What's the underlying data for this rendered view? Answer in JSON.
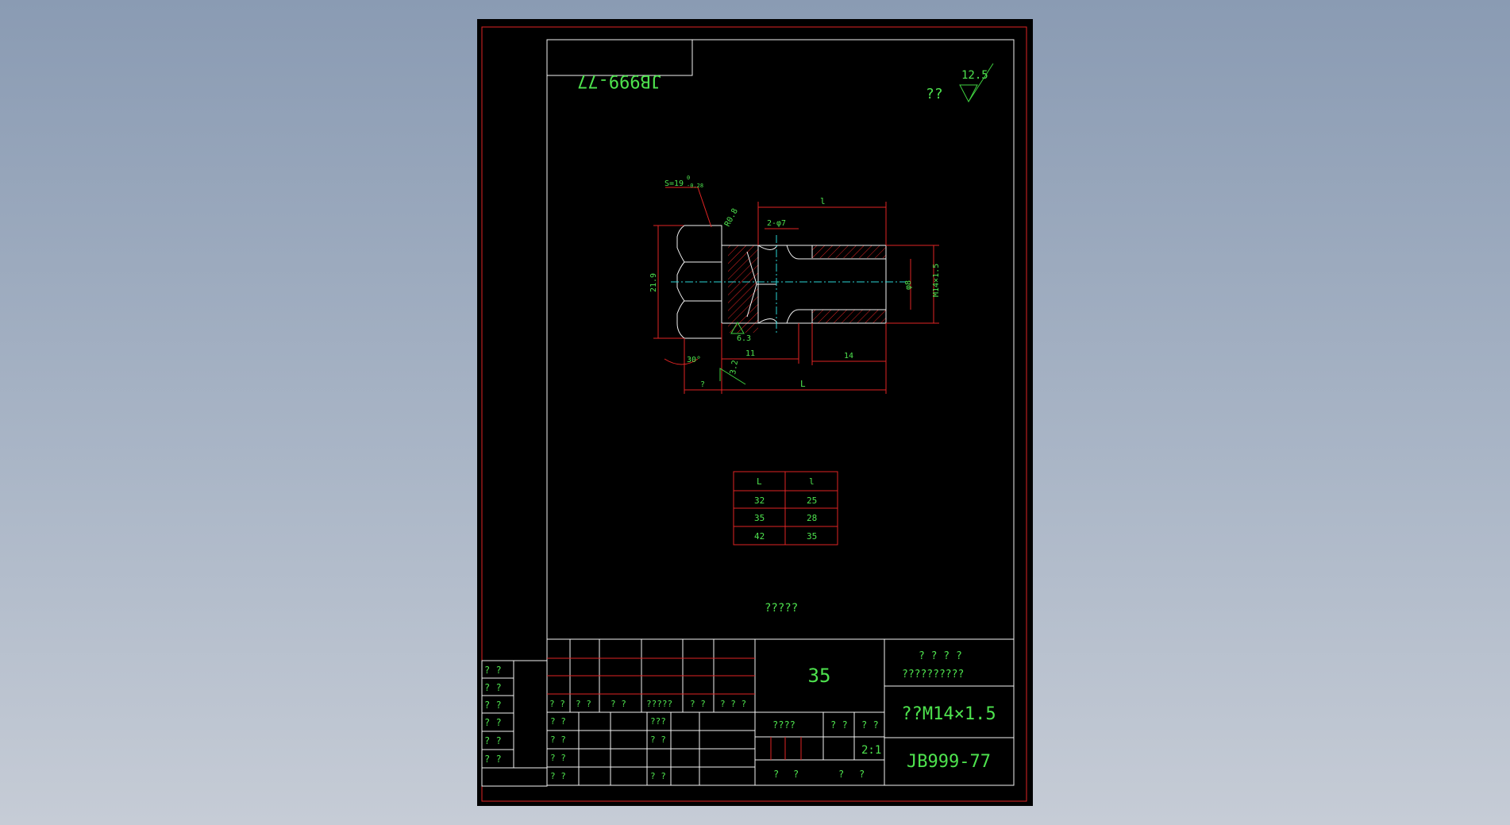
{
  "drawing": {
    "code_box_mirrored": "JB999-77",
    "roughness_prefix": "??",
    "roughness_value": "12.5",
    "dims": {
      "s": "S=19",
      "s_tol_upper": "0",
      "s_tol_lower": "-0.28",
      "r": "R0.8",
      "holes": "2-φ7",
      "l_small": "l",
      "d_head": "21.9",
      "bore": "φ8",
      "thread": "M14×1.5",
      "rough_63": "6.3",
      "rough_32": "3.2",
      "len_11": "11",
      "len_14": "14",
      "angle": "30°",
      "head_len": "?",
      "l_big": "L"
    },
    "size_table": {
      "headers": [
        "L",
        "l"
      ],
      "rows": [
        [
          "32",
          "25"
        ],
        [
          "35",
          "28"
        ],
        [
          "42",
          "35"
        ]
      ]
    },
    "note": "?????"
  },
  "title_block": {
    "left_strip": [
      "? ?",
      "? ?",
      "? ?",
      "? ?",
      "? ?",
      "? ?"
    ],
    "rev_headers": [
      "? ?",
      "? ?",
      "? ?",
      "?????",
      "? ?",
      "? ? ?"
    ],
    "sign_rows": [
      [
        "? ?",
        "???"
      ],
      [
        "? ?",
        "? ?"
      ],
      [
        "? ?",
        ""
      ],
      [
        "? ?",
        "? ?"
      ]
    ],
    "material": "35",
    "stage_headers": [
      "????",
      "? ?",
      "? ?"
    ],
    "scale": "2:1",
    "bottom_cells": [
      "?",
      "?",
      "?",
      "?"
    ],
    "company_line1": "? ? ? ?",
    "company_line2": "??????????",
    "part_name": "??M14×1.5",
    "part_code": "JB999-77"
  }
}
